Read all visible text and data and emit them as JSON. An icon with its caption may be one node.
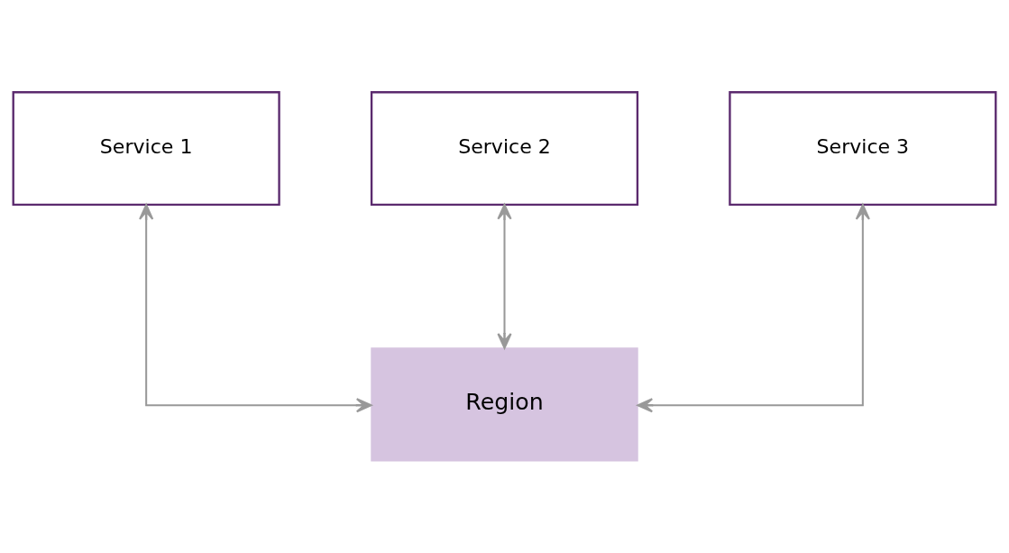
{
  "diagram": {
    "nodes": [
      {
        "text": [
          "Service 1"
        ]
      },
      {
        "text": [
          "Service 2"
        ]
      },
      {
        "text": [
          "Service 3"
        ]
      },
      {
        "text": [
          "Region"
        ]
      }
    ],
    "edges": [
      {
        "from": 0,
        "to": 3,
        "arrow": "both"
      },
      {
        "from": 1,
        "to": 3,
        "arrow": "both"
      },
      {
        "from": 2,
        "to": 3,
        "arrow": "both"
      }
    ]
  }
}
